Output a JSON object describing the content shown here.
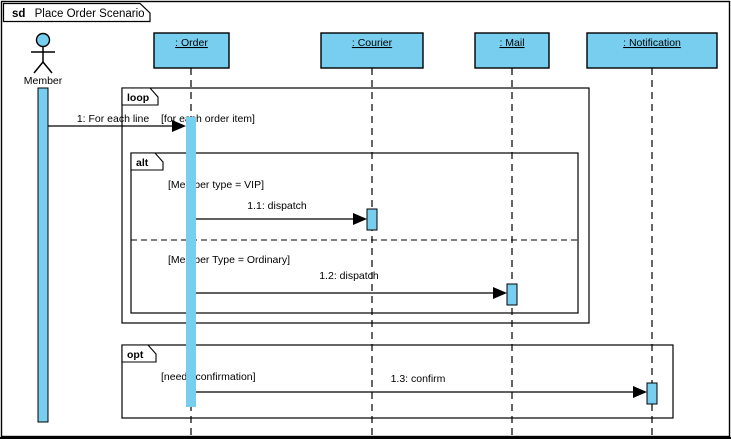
{
  "diagram": {
    "kind_keyword": "sd",
    "title": "Place Order Scenario",
    "colors": {
      "lifeline_fill": "#77ceef",
      "stroke": "#000000",
      "background": "#ffffff"
    }
  },
  "actor": {
    "name": "Member",
    "icon": "stick-figure-actor-icon"
  },
  "lifelines": [
    {
      "label": ": Order",
      "name": "order"
    },
    {
      "label": ": Courier",
      "name": "courier"
    },
    {
      "label": ": Mail",
      "name": "mail"
    },
    {
      "label": ": Notification",
      "name": "notification"
    }
  ],
  "fragments": [
    {
      "operator": "loop",
      "guard": "[for each order item]",
      "name": "loop-fragment"
    },
    {
      "operator": "alt",
      "guard": "[Member type = VIP]",
      "guard_alternative": "[Member Type = Ordinary]",
      "name": "alt-fragment"
    },
    {
      "operator": "opt",
      "guard": "[needs confirmation]",
      "name": "opt-fragment"
    }
  ],
  "messages": [
    {
      "label": "1: For each line",
      "from": "Member",
      "to": ": Order",
      "name": "message-for-each-line"
    },
    {
      "label": "1.1: dispatch",
      "from": ": Order",
      "to": ": Courier",
      "name": "message-dispatch-courier"
    },
    {
      "label": "1.2: dispatch",
      "from": ": Order",
      "to": ": Mail",
      "name": "message-dispatch-mail"
    },
    {
      "label": "1.3: confirm",
      "from": ": Order",
      "to": ": Notification",
      "name": "message-confirm-notification"
    }
  ]
}
